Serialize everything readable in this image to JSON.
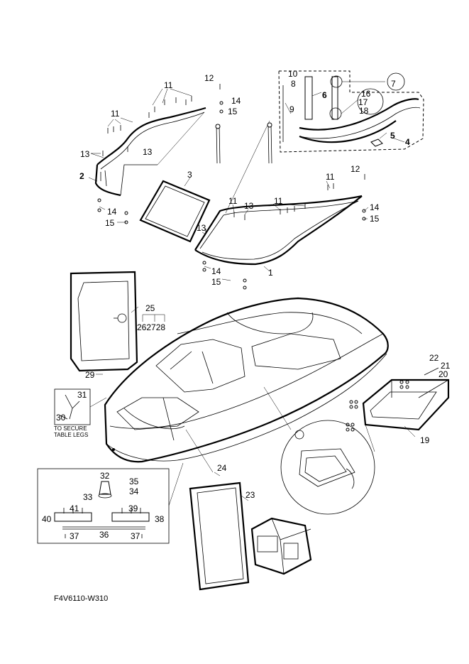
{
  "diagram": {
    "code": "F4V6110-W310",
    "note_lines": [
      "TO SECURE",
      "TABLE LEGS"
    ],
    "callouts": [
      {
        "id": "c1a",
        "text": "1"
      },
      {
        "id": "c2",
        "text": "2"
      },
      {
        "id": "c3",
        "text": "3"
      },
      {
        "id": "c4",
        "text": "4"
      },
      {
        "id": "c5",
        "text": "5"
      },
      {
        "id": "c6",
        "text": "6"
      },
      {
        "id": "c7",
        "text": "7"
      },
      {
        "id": "c8",
        "text": "8"
      },
      {
        "id": "c9",
        "text": "9"
      },
      {
        "id": "c10",
        "text": "10"
      },
      {
        "id": "c11a",
        "text": "11"
      },
      {
        "id": "c11b",
        "text": "11"
      },
      {
        "id": "c11c",
        "text": "11"
      },
      {
        "id": "c11d",
        "text": "11"
      },
      {
        "id": "c11e",
        "text": "11"
      },
      {
        "id": "c12a",
        "text": "12"
      },
      {
        "id": "c12b",
        "text": "12"
      },
      {
        "id": "c13a",
        "text": "13"
      },
      {
        "id": "c13b",
        "text": "13"
      },
      {
        "id": "c13c",
        "text": "13"
      },
      {
        "id": "c13d",
        "text": "13"
      },
      {
        "id": "c14a",
        "text": "14"
      },
      {
        "id": "c14b",
        "text": "14"
      },
      {
        "id": "c14c",
        "text": "14"
      },
      {
        "id": "c14d",
        "text": "14"
      },
      {
        "id": "c15a",
        "text": "15"
      },
      {
        "id": "c15b",
        "text": "15"
      },
      {
        "id": "c15c",
        "text": "15"
      },
      {
        "id": "c15d",
        "text": "15"
      },
      {
        "id": "c16",
        "text": "16"
      },
      {
        "id": "c17",
        "text": "17"
      },
      {
        "id": "c18",
        "text": "18"
      },
      {
        "id": "c19",
        "text": "19"
      },
      {
        "id": "c20",
        "text": "20"
      },
      {
        "id": "c21",
        "text": "21"
      },
      {
        "id": "c22",
        "text": "22"
      },
      {
        "id": "c23",
        "text": "23"
      },
      {
        "id": "c24",
        "text": "24"
      },
      {
        "id": "c25",
        "text": "25"
      },
      {
        "id": "c262728",
        "text": "262728"
      },
      {
        "id": "c29",
        "text": "29"
      },
      {
        "id": "c30",
        "text": "30"
      },
      {
        "id": "c31",
        "text": "31"
      },
      {
        "id": "c32",
        "text": "32"
      },
      {
        "id": "c33",
        "text": "33"
      },
      {
        "id": "c34",
        "text": "34"
      },
      {
        "id": "c35",
        "text": "35"
      },
      {
        "id": "c36",
        "text": "36"
      },
      {
        "id": "c37a",
        "text": "37"
      },
      {
        "id": "c37b",
        "text": "37"
      },
      {
        "id": "c38",
        "text": "38"
      },
      {
        "id": "c39",
        "text": "39"
      },
      {
        "id": "c40",
        "text": "40"
      },
      {
        "id": "c41",
        "text": "41"
      }
    ]
  }
}
